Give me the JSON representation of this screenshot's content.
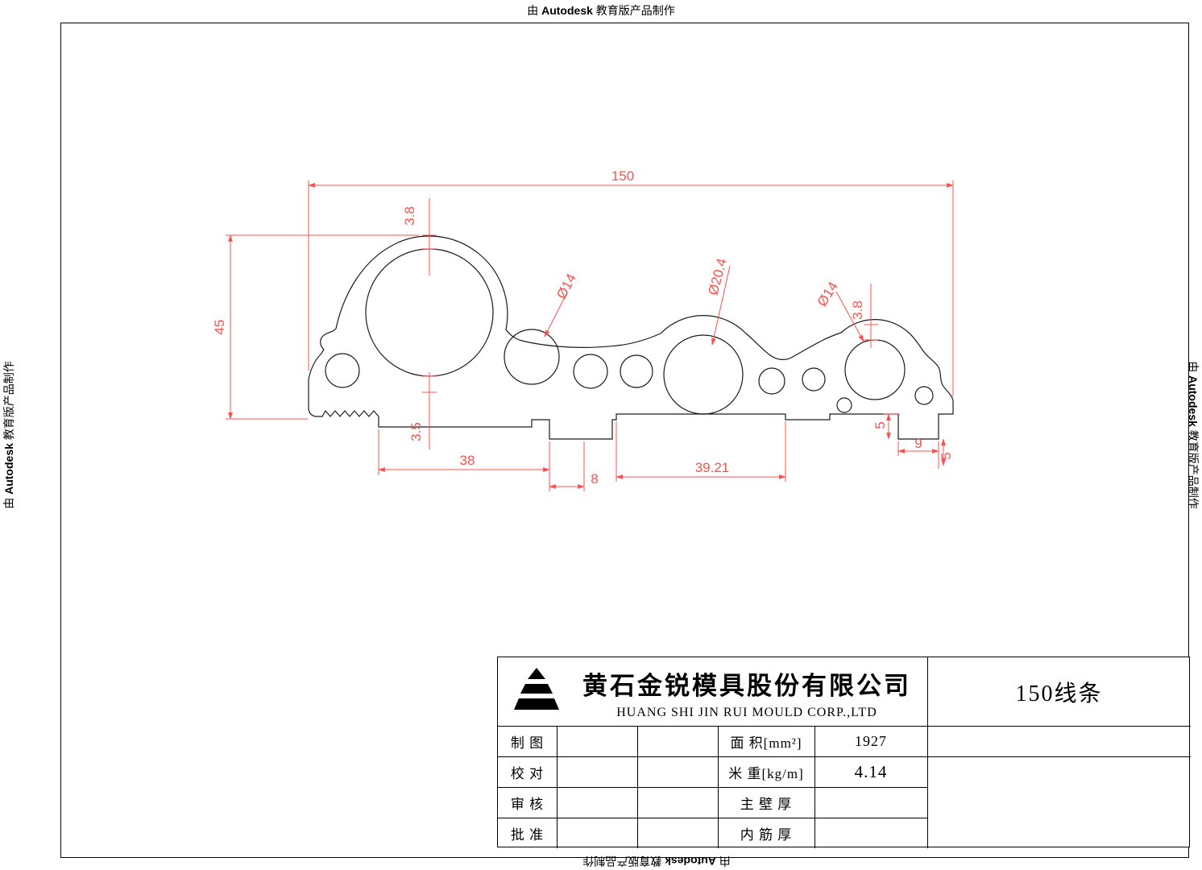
{
  "watermark": {
    "prefix": "由 ",
    "brand": "Autodesk",
    "suffix": " 教育版产品制作"
  },
  "drawing": {
    "dims": {
      "overall_width": "150",
      "overall_height": "45",
      "top_wall": "3.8",
      "bottom_wall": "3.5",
      "hole_left": "Ø14",
      "hole_center": "Ø20.4",
      "hole_right": "Ø14",
      "right_wall": "3.8",
      "base_width": "38",
      "notch_width": "8",
      "center_span": "39.21",
      "step_height": "5",
      "tab_width": "9",
      "tab_height": "5"
    }
  },
  "title_block": {
    "company_cn": "黄石金锐模具股份有限公司",
    "company_en": "HUANG SHI  JIN  RUI  MOULD  CORP.,LTD",
    "drawing_no": "150线条",
    "rows": [
      {
        "label": "制 图",
        "field": "面 积[mm²]",
        "value": "1927"
      },
      {
        "label": "校 对",
        "field": "米 重[kg/m]",
        "value": "4.14"
      },
      {
        "label": "审 核",
        "field": "主 壁 厚",
        "value": ""
      },
      {
        "label": "批 准",
        "field": "内 筋 厚",
        "value": ""
      }
    ]
  }
}
